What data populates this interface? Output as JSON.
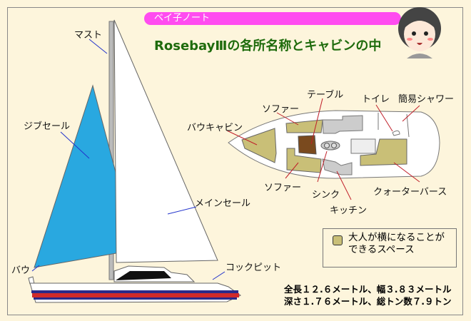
{
  "header": {
    "tag": "ベイ子ノート",
    "title": "RosebayⅢの各所名称とキャビンの中"
  },
  "sailboat_labels": {
    "mast": "マスト",
    "jib": "ジブセール",
    "main": "メインセール",
    "bow": "バウ",
    "cockpit": "コックピット"
  },
  "cabin_labels": {
    "table": "テーブル",
    "sofa_top": "ソファー",
    "bow_cabin": "バウキャビン",
    "toilet": "トイレ",
    "shower": "簡易シャワー",
    "sofa_bottom": "ソファー",
    "sink": "シンク",
    "kitchen": "キッチン",
    "quarter": "クォーターバース"
  },
  "legend": {
    "line1": "大人が横になることが",
    "line2": "できるスペース"
  },
  "specs": {
    "line1": "全長１２.６メートル、幅３.８３メートル",
    "line2": "深さ１.７６メートル、総トン数７.９トン"
  },
  "colors": {
    "sleep": "#c9bf77",
    "jib": "#29a8e0",
    "title": "#1e6b0c",
    "tag": "#ff4cf0"
  }
}
